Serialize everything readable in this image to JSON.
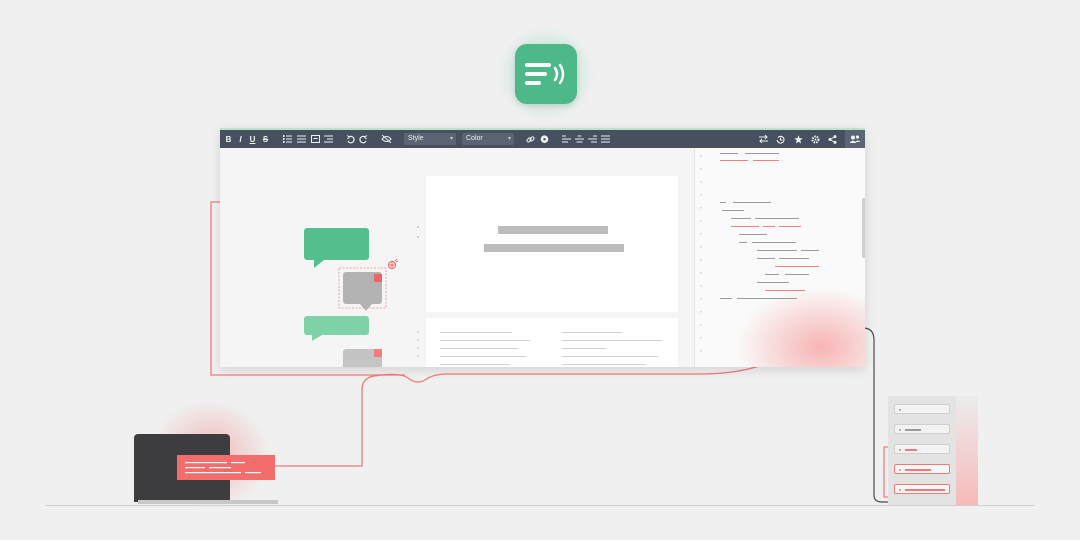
{
  "app_icon": {
    "name": "transcript-icon",
    "color": "#4db888"
  },
  "toolbar": {
    "bold": "B",
    "italic": "I",
    "underline": "U",
    "strike": "S",
    "style_select": "Style",
    "color_select": "Color"
  },
  "colors": {
    "accent_green": "#4db888",
    "accent_red": "#f36d6d",
    "toolbar_bg": "#46505e",
    "background": "#f0f0f0"
  }
}
